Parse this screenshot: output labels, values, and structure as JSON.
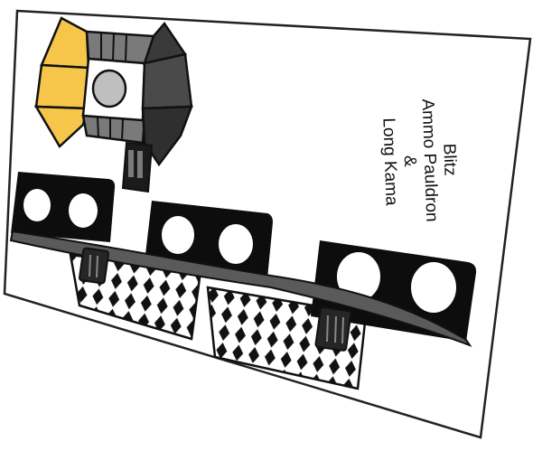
{
  "card": {
    "caption_lines": [
      "Blitz",
      "Ammo Pauldron",
      "&",
      "Long Kama"
    ]
  },
  "colors": {
    "card_background": "#ffffff",
    "outline": "#111111",
    "pauldron_yellow": "#f6c64a",
    "panel_gray": "#6b6b6b",
    "panel_dark": "#3a3a3a",
    "center_boss": "#bfbfbf",
    "ammo_holder": "#0d0d0d",
    "belt": "#555555",
    "mesh_diamond": "#111111"
  },
  "icons": {
    "pauldron": "pauldron-icon",
    "ammo_belt": "ammo-belt-icon"
  }
}
